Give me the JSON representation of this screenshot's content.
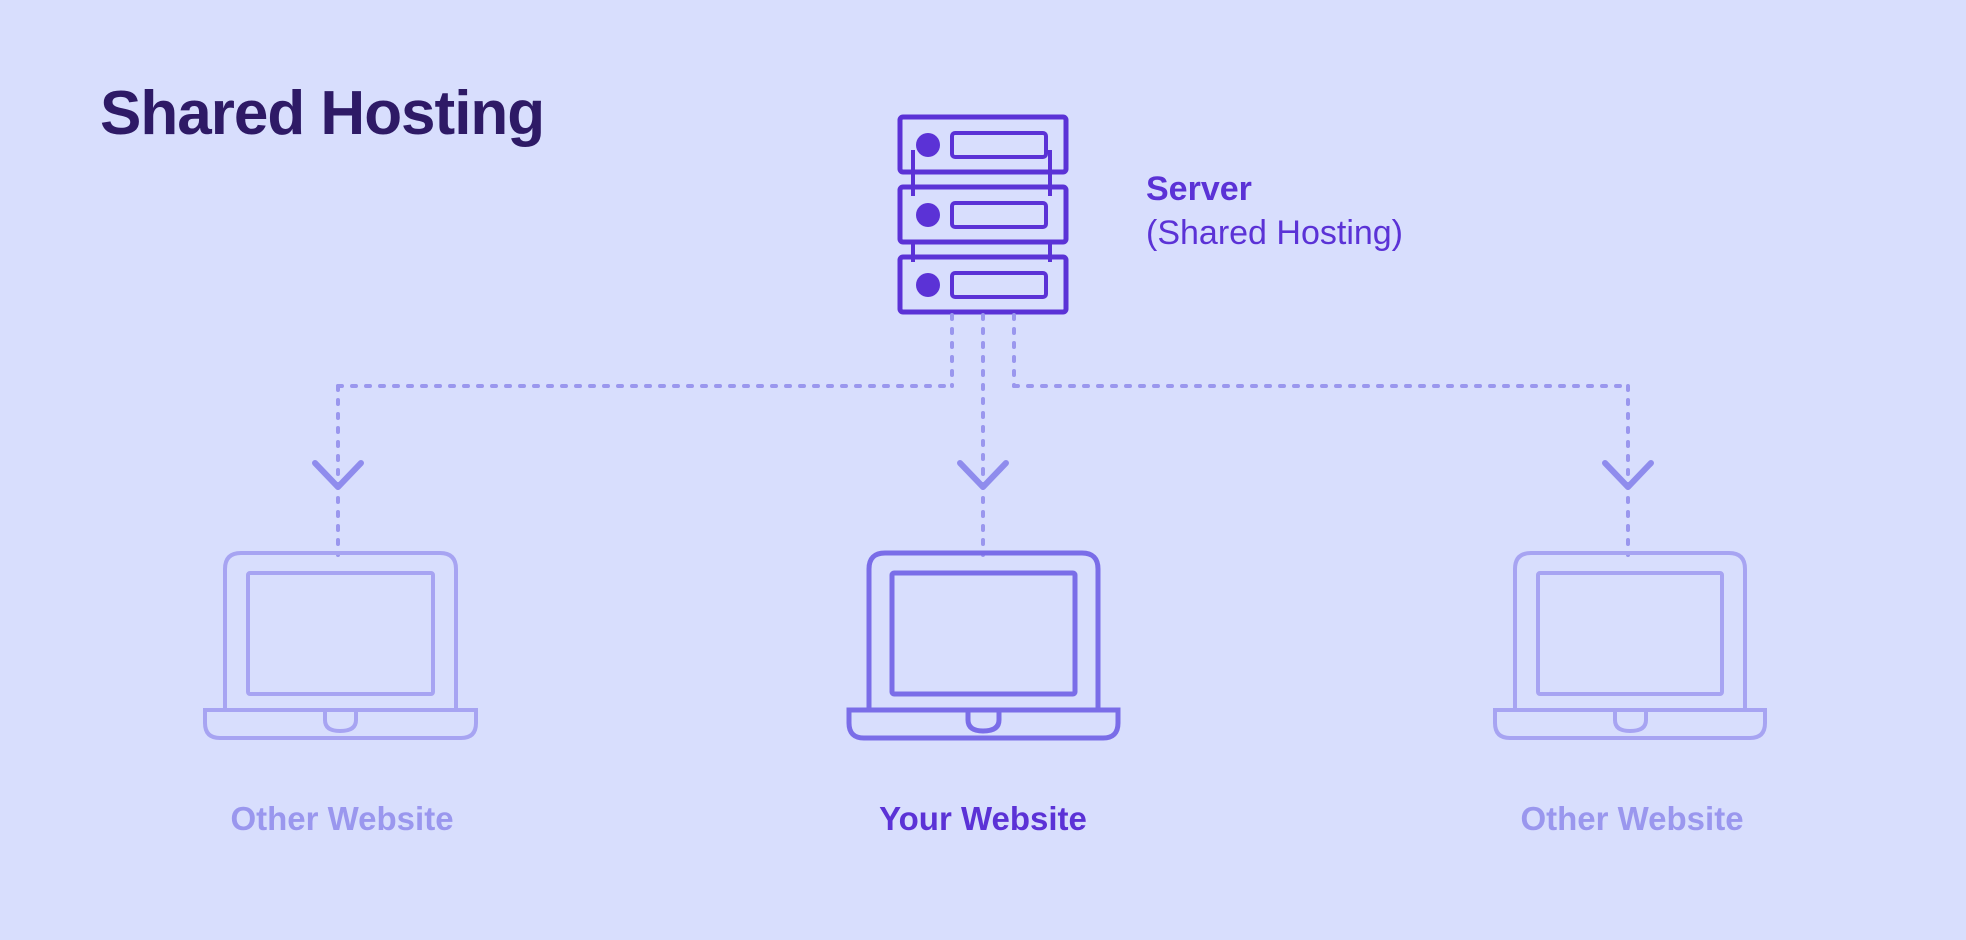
{
  "page": {
    "title": "Shared Hosting",
    "background_color": "#d8defd"
  },
  "colors": {
    "title": "#2e1a66",
    "accent": "#5b32d6",
    "muted": "#9a97ee",
    "server_stroke": "#5b32d6",
    "connector": "#9a97ee"
  },
  "server": {
    "icon_name": "server-rack-icon",
    "units": 3,
    "label_title": "Server",
    "label_sub": "(Shared Hosting)"
  },
  "nodes": [
    {
      "id": "left",
      "icon_name": "laptop-icon",
      "label": "Other Website",
      "emphasis": "muted"
    },
    {
      "id": "center",
      "icon_name": "laptop-icon",
      "label": "Your Website",
      "emphasis": "accent"
    },
    {
      "id": "right",
      "icon_name": "laptop-icon",
      "label": "Other Website",
      "emphasis": "muted"
    }
  ],
  "chart_data": {
    "type": "diagram",
    "title": "Shared Hosting",
    "description": "One shared server distributes to three websites",
    "root": "Server (Shared Hosting)",
    "leaves": [
      "Other Website",
      "Your Website",
      "Other Website"
    ],
    "highlighted_leaf": "Your Website",
    "connector_style": "dotted-with-arrowheads"
  }
}
